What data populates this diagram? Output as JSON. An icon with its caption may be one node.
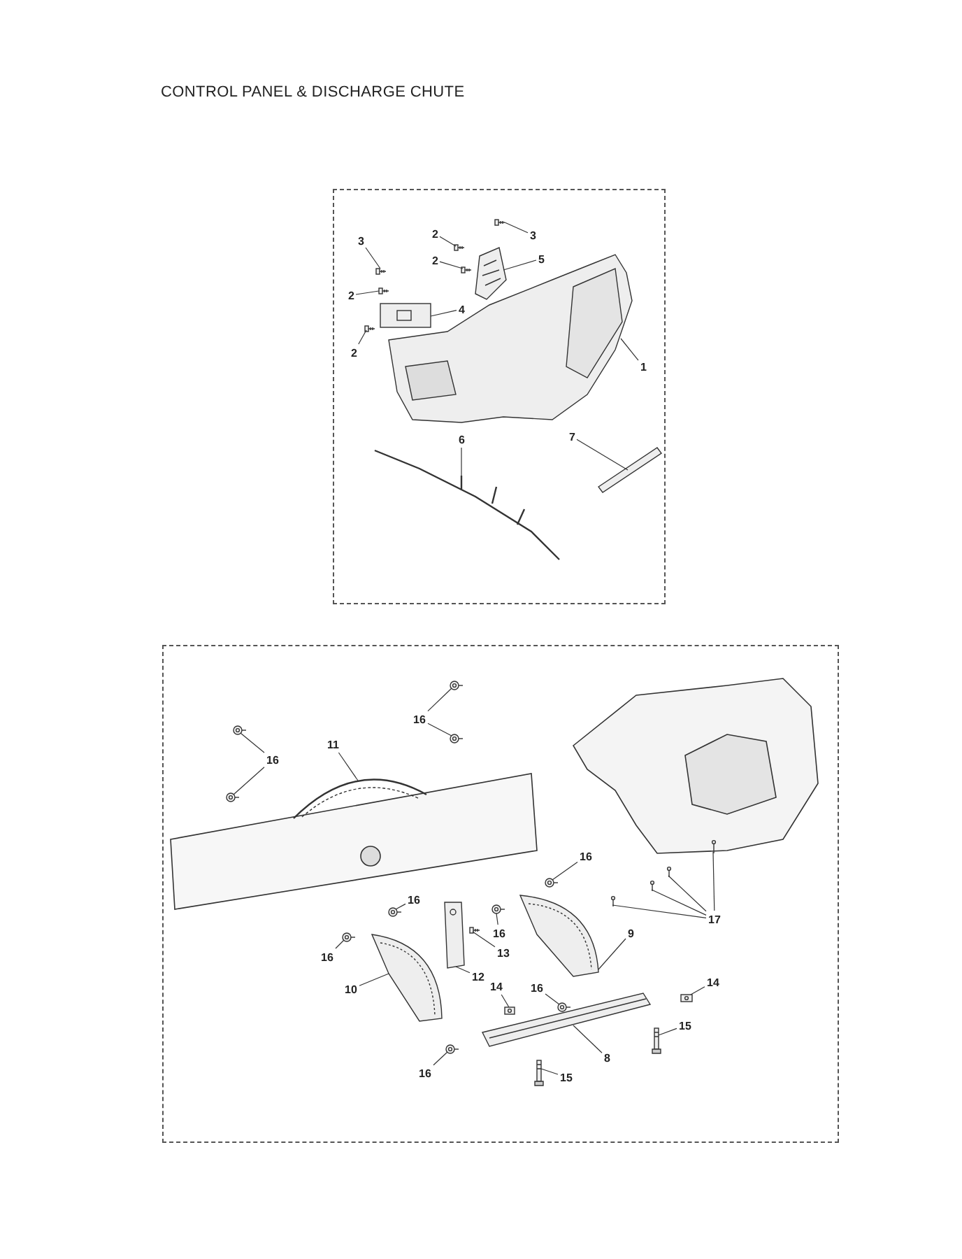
{
  "diagram": {
    "title": "CONTROL PANEL & DISCHARGE CHUTE",
    "nodes": [
      {
        "text": [],
        "shape": "box"
      },
      {
        "text": [],
        "shape": "box"
      },
      {
        "text": [
          "3"
        ],
        "in": 0
      },
      {
        "text": [
          "2"
        ],
        "in": 0
      },
      {
        "text": [
          "3"
        ],
        "in": 0
      },
      {
        "text": [
          "2"
        ],
        "in": 0
      },
      {
        "text": [
          "5"
        ],
        "in": 0
      },
      {
        "text": [
          "2"
        ],
        "in": 0
      },
      {
        "text": [
          "4"
        ],
        "in": 0
      },
      {
        "text": [
          "2"
        ],
        "in": 0
      },
      {
        "text": [
          "1"
        ],
        "in": 0
      },
      {
        "text": [
          "7"
        ],
        "in": 0
      },
      {
        "text": [
          "6"
        ],
        "in": 0
      },
      {
        "text": [
          "16"
        ],
        "in": 1
      },
      {
        "text": [
          "11"
        ],
        "in": 1
      },
      {
        "text": [
          "16"
        ],
        "in": 1
      },
      {
        "text": [
          "16"
        ],
        "in": 1
      },
      {
        "text": [
          "16"
        ],
        "in": 1
      },
      {
        "text": [
          "16"
        ],
        "in": 1
      },
      {
        "text": [
          "17"
        ],
        "in": 1
      },
      {
        "text": [
          "9"
        ],
        "in": 1
      },
      {
        "text": [
          "16"
        ],
        "in": 1
      },
      {
        "text": [
          "13"
        ],
        "in": 1
      },
      {
        "text": [
          "12"
        ],
        "in": 1
      },
      {
        "text": [
          "10"
        ],
        "in": 1
      },
      {
        "text": [
          "14"
        ],
        "in": 1
      },
      {
        "text": [
          "16"
        ],
        "in": 1
      },
      {
        "text": [
          "14"
        ],
        "in": 1
      },
      {
        "text": [
          "15"
        ],
        "in": 1
      },
      {
        "text": [
          "8"
        ],
        "in": 1
      },
      {
        "text": [
          "16"
        ],
        "in": 1
      },
      {
        "text": [
          "15"
        ],
        "in": 1
      },
      {
        "text": [],
        "shape": "picture",
        "in": 0
      },
      {
        "text": [],
        "shape": "picture",
        "in": 0
      },
      {
        "text": [],
        "shape": "picture",
        "in": 0
      },
      {
        "text": [],
        "shape": "picture",
        "in": 0
      },
      {
        "text": [],
        "shape": "picture",
        "in": 0
      },
      {
        "text": [],
        "shape": "picture",
        "in": 0
      },
      {
        "text": [],
        "shape": "picture",
        "in": 0
      },
      {
        "text": [],
        "shape": "picture",
        "in": 0
      },
      {
        "text": [],
        "shape": "picture",
        "in": 0
      },
      {
        "text": [],
        "shape": "picture",
        "in": 0
      },
      {
        "text": [],
        "shape": "picture",
        "in": 0
      },
      {
        "text": [],
        "shape": "picture",
        "in": 1
      },
      {
        "text": [],
        "shape": "picture",
        "in": 1
      },
      {
        "text": [],
        "shape": "picture",
        "in": 1
      },
      {
        "text": [],
        "shape": "picture",
        "in": 1
      },
      {
        "text": [],
        "shape": "picture",
        "in": 1
      },
      {
        "text": [],
        "shape": "picture",
        "in": 1
      },
      {
        "text": [],
        "shape": "picture",
        "in": 1
      },
      {
        "text": [],
        "shape": "picture",
        "in": 1
      },
      {
        "text": [],
        "shape": "picture",
        "in": 1
      },
      {
        "text": [],
        "shape": "picture",
        "in": 1
      },
      {
        "text": [],
        "shape": "picture",
        "in": 1
      },
      {
        "text": [],
        "shape": "picture",
        "in": 1
      },
      {
        "text": [],
        "shape": "picture",
        "in": 1
      },
      {
        "text": [],
        "shape": "picture",
        "in": 1
      },
      {
        "text": [],
        "shape": "picture",
        "in": 1
      },
      {
        "text": [],
        "shape": "picture",
        "in": 1
      },
      {
        "text": [],
        "shape": "picture",
        "in": 1
      },
      {
        "text": [],
        "shape": "picture",
        "in": 1
      },
      {
        "text": [],
        "shape": "picture",
        "in": 1
      },
      {
        "text": [],
        "shape": "picture",
        "in": 1
      },
      {
        "text": [],
        "shape": "picture",
        "in": 1
      },
      {
        "text": [],
        "shape": "picture",
        "in": 1
      },
      {
        "text": [],
        "shape": "picture",
        "in": 1
      },
      {
        "text": [],
        "shape": "picture",
        "in": 1
      }
    ],
    "edges": [
      {
        "from": 2,
        "to": 32,
        "arrow": "none"
      },
      {
        "from": 3,
        "to": 33,
        "arrow": "none"
      },
      {
        "from": 4,
        "to": 34,
        "arrow": "none"
      },
      {
        "from": 5,
        "to": 35,
        "arrow": "none"
      },
      {
        "from": 6,
        "to": 36,
        "arrow": "none"
      },
      {
        "from": 7,
        "to": 37,
        "arrow": "none"
      },
      {
        "from": 8,
        "to": 38,
        "arrow": "none"
      },
      {
        "from": 9,
        "to": 39,
        "arrow": "none"
      },
      {
        "from": 10,
        "to": 40,
        "arrow": "none"
      },
      {
        "from": 11,
        "to": 41,
        "arrow": "none"
      },
      {
        "from": 12,
        "to": 42,
        "arrow": "none"
      },
      {
        "from": 13,
        "to": 43,
        "arrow": "none"
      },
      {
        "from": 13,
        "to": 44,
        "arrow": "none"
      },
      {
        "from": 14,
        "to": 45,
        "arrow": "none"
      },
      {
        "from": 15,
        "to": 46,
        "arrow": "none"
      },
      {
        "from": 15,
        "to": 47,
        "arrow": "none"
      },
      {
        "from": 16,
        "to": 48,
        "arrow": "none"
      },
      {
        "from": 17,
        "to": 49,
        "arrow": "none"
      },
      {
        "from": 18,
        "to": 50,
        "arrow": "none"
      },
      {
        "from": 19,
        "to": 51,
        "arrow": "none"
      },
      {
        "from": 19,
        "to": 52,
        "arrow": "none"
      },
      {
        "from": 19,
        "to": 53,
        "arrow": "none"
      },
      {
        "from": 19,
        "to": 54,
        "arrow": "none"
      },
      {
        "from": 20,
        "to": 55,
        "arrow": "none"
      },
      {
        "from": 21,
        "to": 56,
        "arrow": "none"
      },
      {
        "from": 22,
        "to": 57,
        "arrow": "none"
      },
      {
        "from": 23,
        "to": 58,
        "arrow": "none"
      },
      {
        "from": 24,
        "to": 59,
        "arrow": "none"
      },
      {
        "from": 25,
        "to": 60,
        "arrow": "none"
      },
      {
        "from": 26,
        "to": 61,
        "arrow": "none"
      },
      {
        "from": 27,
        "to": 62,
        "arrow": "none"
      },
      {
        "from": 28,
        "to": 63,
        "arrow": "none"
      },
      {
        "from": 29,
        "to": 64,
        "arrow": "none"
      },
      {
        "from": 30,
        "to": 65,
        "arrow": "none"
      },
      {
        "from": 31,
        "to": 66,
        "arrow": "none"
      }
    ]
  }
}
